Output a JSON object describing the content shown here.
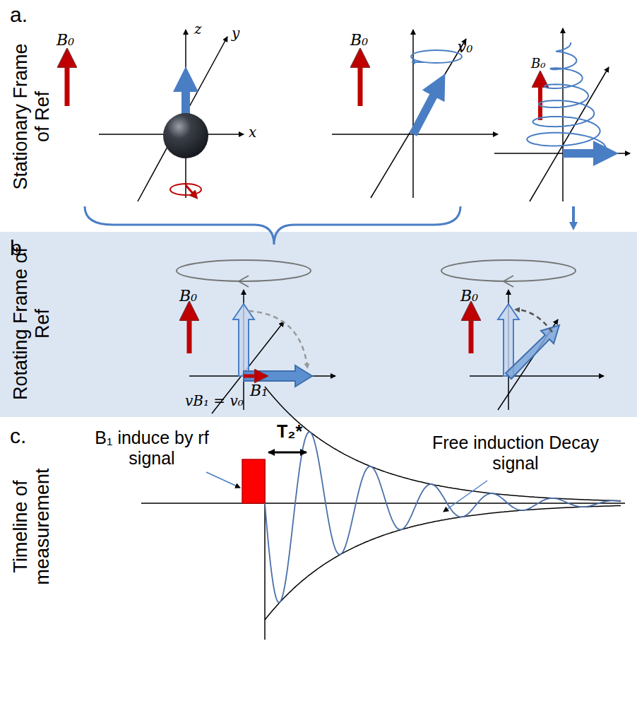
{
  "diagram": {
    "nodes": [
      {
        "text": [
          "b.",
          "Rotating Frame of Ref"
        ]
      }
    ],
    "labels": [
      "a.",
      "Stationary Frame of Ref",
      "B₀",
      "z",
      "y",
      "x",
      "B₀",
      "v₀",
      "B₀",
      "B₀",
      "B₁",
      "vB₁ = v₀",
      "B₀",
      "c.",
      "Timeline of measurement",
      "B₁ induce by rf signal",
      "T₂*",
      "Free induction Decay signal"
    ]
  }
}
